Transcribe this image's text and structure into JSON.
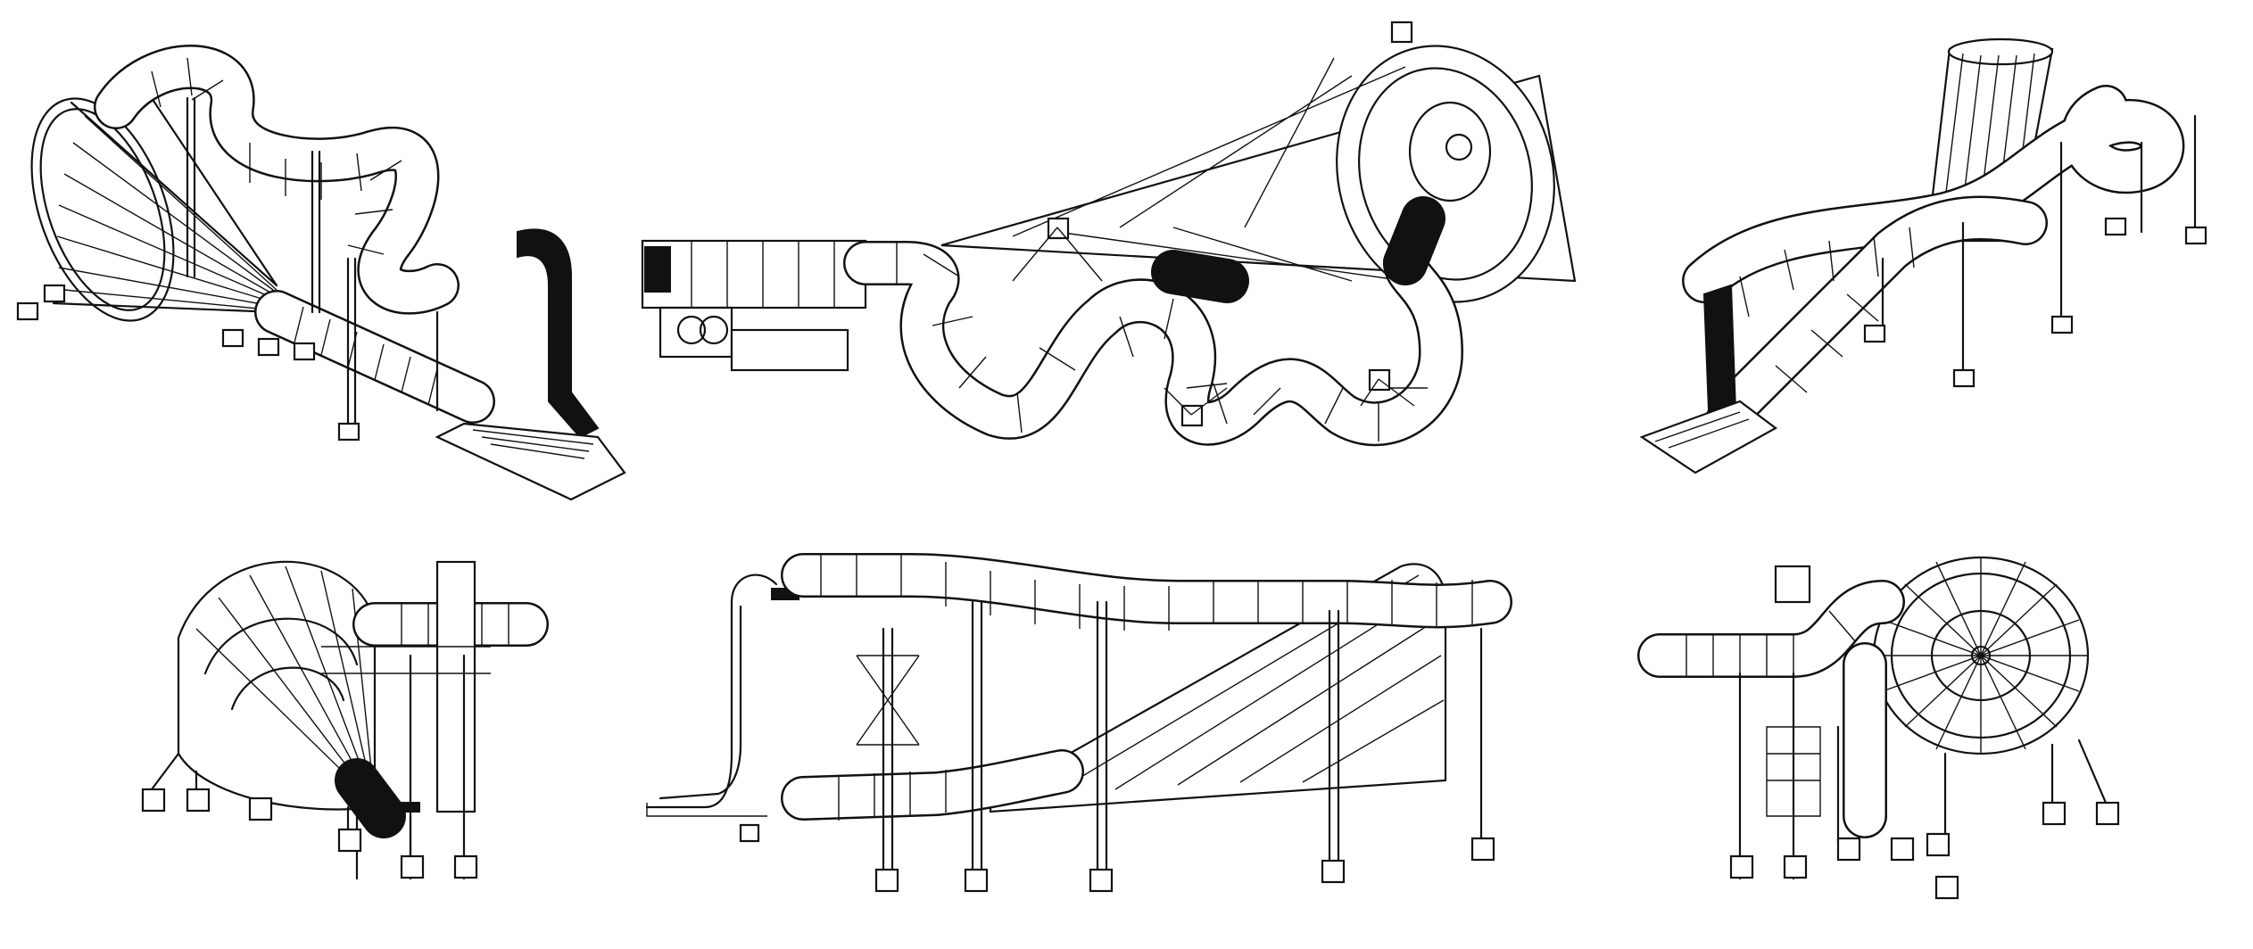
{
  "colors": {
    "line": "#111111",
    "background": "#ffffff"
  },
  "views": [
    {
      "id": "iso-front-left"
    },
    {
      "id": "plan-top"
    },
    {
      "id": "iso-rear-right"
    },
    {
      "id": "elevation-left-end"
    },
    {
      "id": "elevation-side"
    },
    {
      "id": "elevation-right-end"
    }
  ]
}
